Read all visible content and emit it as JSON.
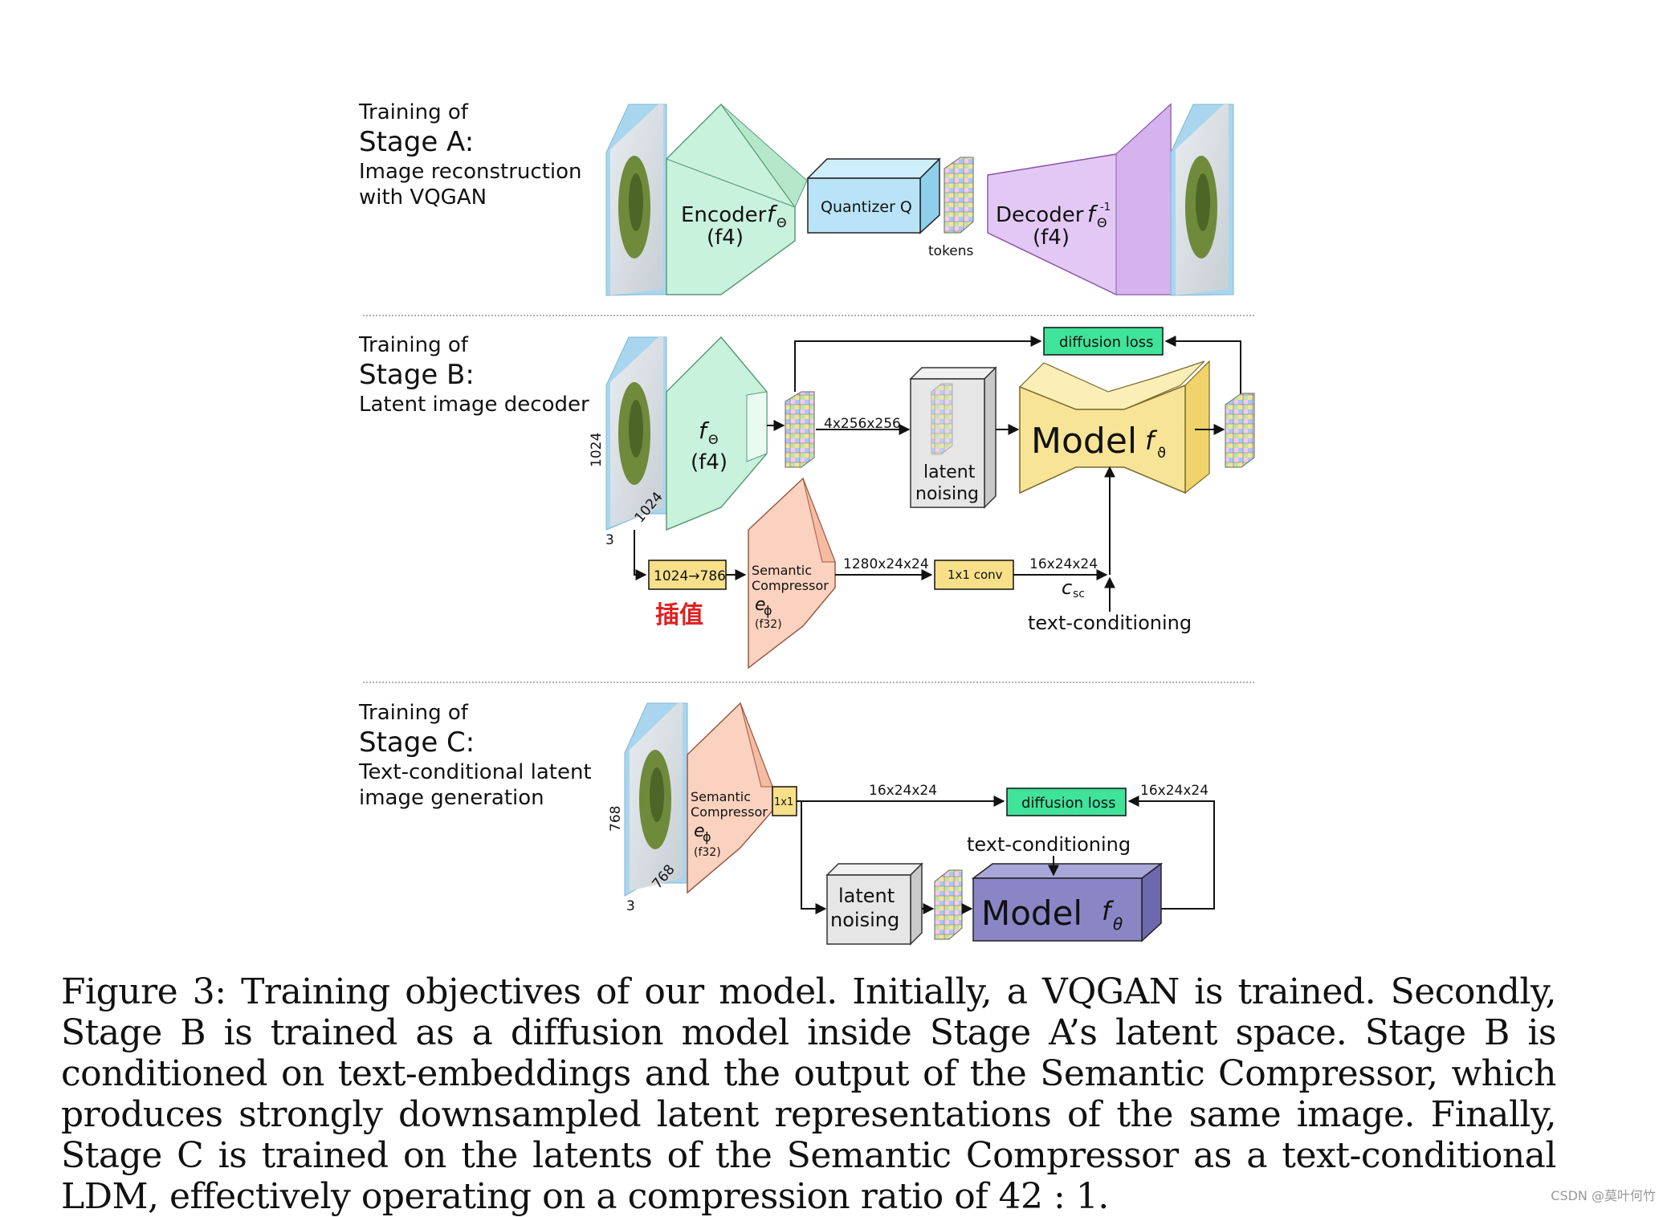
{
  "stageA": {
    "training_of": "Training of",
    "title": "Stage A:",
    "subtitle_line1": "Image reconstruction",
    "subtitle_line2": "with VQGAN",
    "encoder_label": "Encoder",
    "encoder_symbol": "f",
    "encoder_sub": "Θ",
    "encoder_f": "(f4)",
    "quantizer_label": "Quantizer Q",
    "tokens_label": "tokens",
    "decoder_label": "Decoder",
    "decoder_symbol": "f",
    "decoder_sub": "Θ",
    "decoder_sup": "-1",
    "decoder_f": "(f4)"
  },
  "stageB": {
    "training_of": "Training of",
    "title": "Stage B:",
    "subtitle_line1": "Latent image decoder",
    "encoder_symbol": "f",
    "encoder_sub": "Θ",
    "encoder_f": "(f4)",
    "dim_height": "1024",
    "dim_width": "1024",
    "dim_channels": "3",
    "shape_latent": "4x256x256",
    "noising_line1": "latent",
    "noising_line2": "noising",
    "model_label": "Model",
    "model_symbol": "f",
    "model_sub": "ϑ",
    "diffusion_loss": "diffusion loss",
    "resize_label": "1024→786",
    "annotation_cn": "插值",
    "compressor_line1": "Semantic",
    "compressor_line2": "Compressor",
    "compressor_symbol": "e",
    "compressor_sub": "ϕ",
    "compressor_f": "(f32)",
    "shape_compressor": "1280x24x24",
    "conv_label": "1x1 conv",
    "shape_conv": "16x24x24",
    "csc_symbol": "c",
    "csc_sub": "sc",
    "text_conditioning": "text-conditioning"
  },
  "stageC": {
    "training_of": "Training of",
    "title": "Stage C:",
    "subtitle_line1": "Text-conditional latent",
    "subtitle_line2": "image generation",
    "dim_height": "768",
    "dim_width": "768",
    "dim_channels": "3",
    "compressor_line1": "Semantic",
    "compressor_line2": "Compressor",
    "compressor_symbol": "e",
    "compressor_sub": "ϕ",
    "compressor_f": "(f32)",
    "conv_label": "1x1",
    "shape_top": "16x24x24",
    "diffusion_loss": "diffusion loss",
    "shape_right": "16x24x24",
    "text_conditioning": "text-conditioning",
    "noising_line1": "latent",
    "noising_line2": "noising",
    "model_label": "Model",
    "model_symbol": "f",
    "model_sub": "θ"
  },
  "caption": "Figure 3: Training objectives of our model. Initially, a VQGAN is trained. Secondly, Stage B is trained as a diffusion model inside Stage A’s latent space. Stage B is conditioned on text-embeddings and the output of the Semantic Compressor, which produces strongly downsampled latent representations of the same image. Finally, Stage C is trained on the latents of the Semantic Compressor as a text-conditional LDM, effectively operating on a compression ratio of 42 : 1.",
  "watermark": "CSDN @莫叶何竹",
  "colors": {
    "encoder_green": "#c9f2dc",
    "quantizer_blue": "#b9e4f7",
    "decoder_purple": "#e3c8f5",
    "model_yellow": "#f8e497",
    "conv_yellow": "#f8e08a",
    "compressor_salmon": "#fbd2bf",
    "loss_green": "#3fe39a",
    "noising_gray": "#e6e6e6",
    "model_c_purple": "#8a86c6",
    "annotation_red": "#e02020"
  }
}
